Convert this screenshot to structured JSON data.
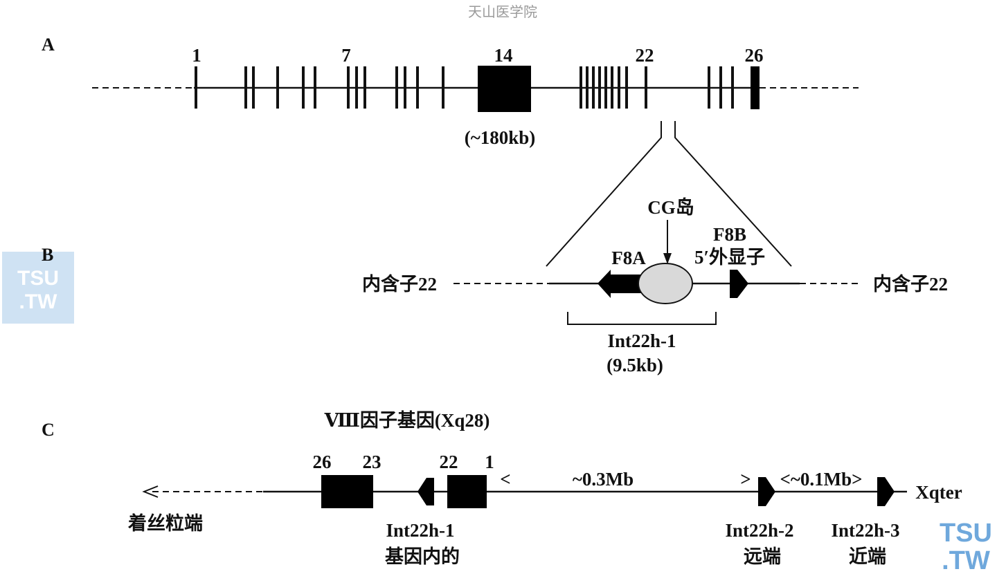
{
  "watermark_top": "天山医学院",
  "watermark_logo": {
    "line1": "TSU",
    "line2": ".TW",
    "color": "#6fa8dc",
    "bg": "#cfe2f3"
  },
  "panel_a": {
    "label": "A",
    "exon_numbers": [
      "1",
      "7",
      "14",
      "22",
      "26"
    ],
    "exon14_size": "(~180kb)"
  },
  "panel_b": {
    "label": "B",
    "cg_island": "CG岛",
    "f8a": "F8A",
    "f8b": "F8B",
    "f8b_exon": "5′外显子",
    "intron_left": "内含子22",
    "intron_right": "内含子22",
    "region_name": "Int22h-1",
    "region_size": "(9.5kb)"
  },
  "panel_c": {
    "label": "C",
    "gene_title": "Ⅷ因子基因(Xq28)",
    "exon_26": "26",
    "exon_23": "23",
    "exon_22": "22",
    "exon_1": "1",
    "dist_03": "~0.3Mb",
    "lt": "<",
    "gt": ">",
    "dist_01": "<~0.1Mb>",
    "xqter": "Xqter",
    "centromere": "着丝粒端",
    "int1_name": "Int22h-1",
    "int1_desc": "基因内的",
    "int2_name": "Int22h-2",
    "int2_desc": "远端",
    "int3_name": "Int22h-3",
    "int3_desc": "近端"
  }
}
